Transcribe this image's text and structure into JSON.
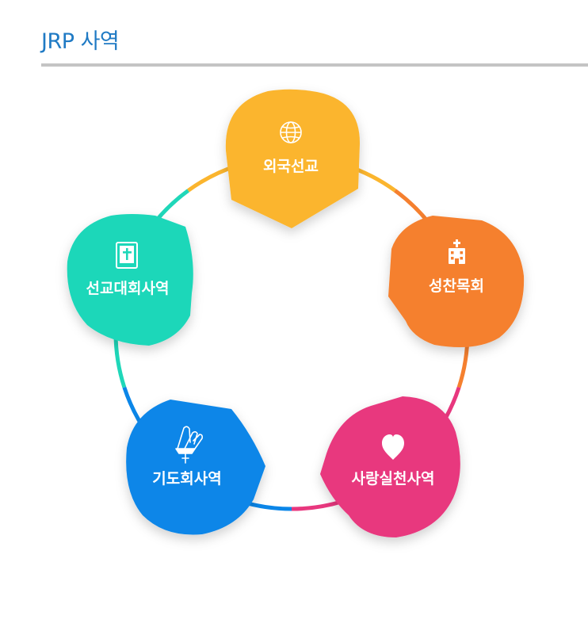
{
  "page": {
    "title": "JRP 사역"
  },
  "ring": {
    "nodes": [
      {
        "label": "외국선교",
        "icon": "globe-icon",
        "color": "#fbb52e"
      },
      {
        "label": "성찬목회",
        "icon": "church-icon",
        "color": "#f5802f"
      },
      {
        "label": "사랑실천사역",
        "icon": "heart-icon",
        "color": "#e8377e"
      },
      {
        "label": "기도회사역",
        "icon": "praying-hands-icon",
        "color": "#0b86e8"
      },
      {
        "label": "선교대회사역",
        "icon": "bible-icon",
        "color": "#1fd7b9"
      }
    ]
  }
}
